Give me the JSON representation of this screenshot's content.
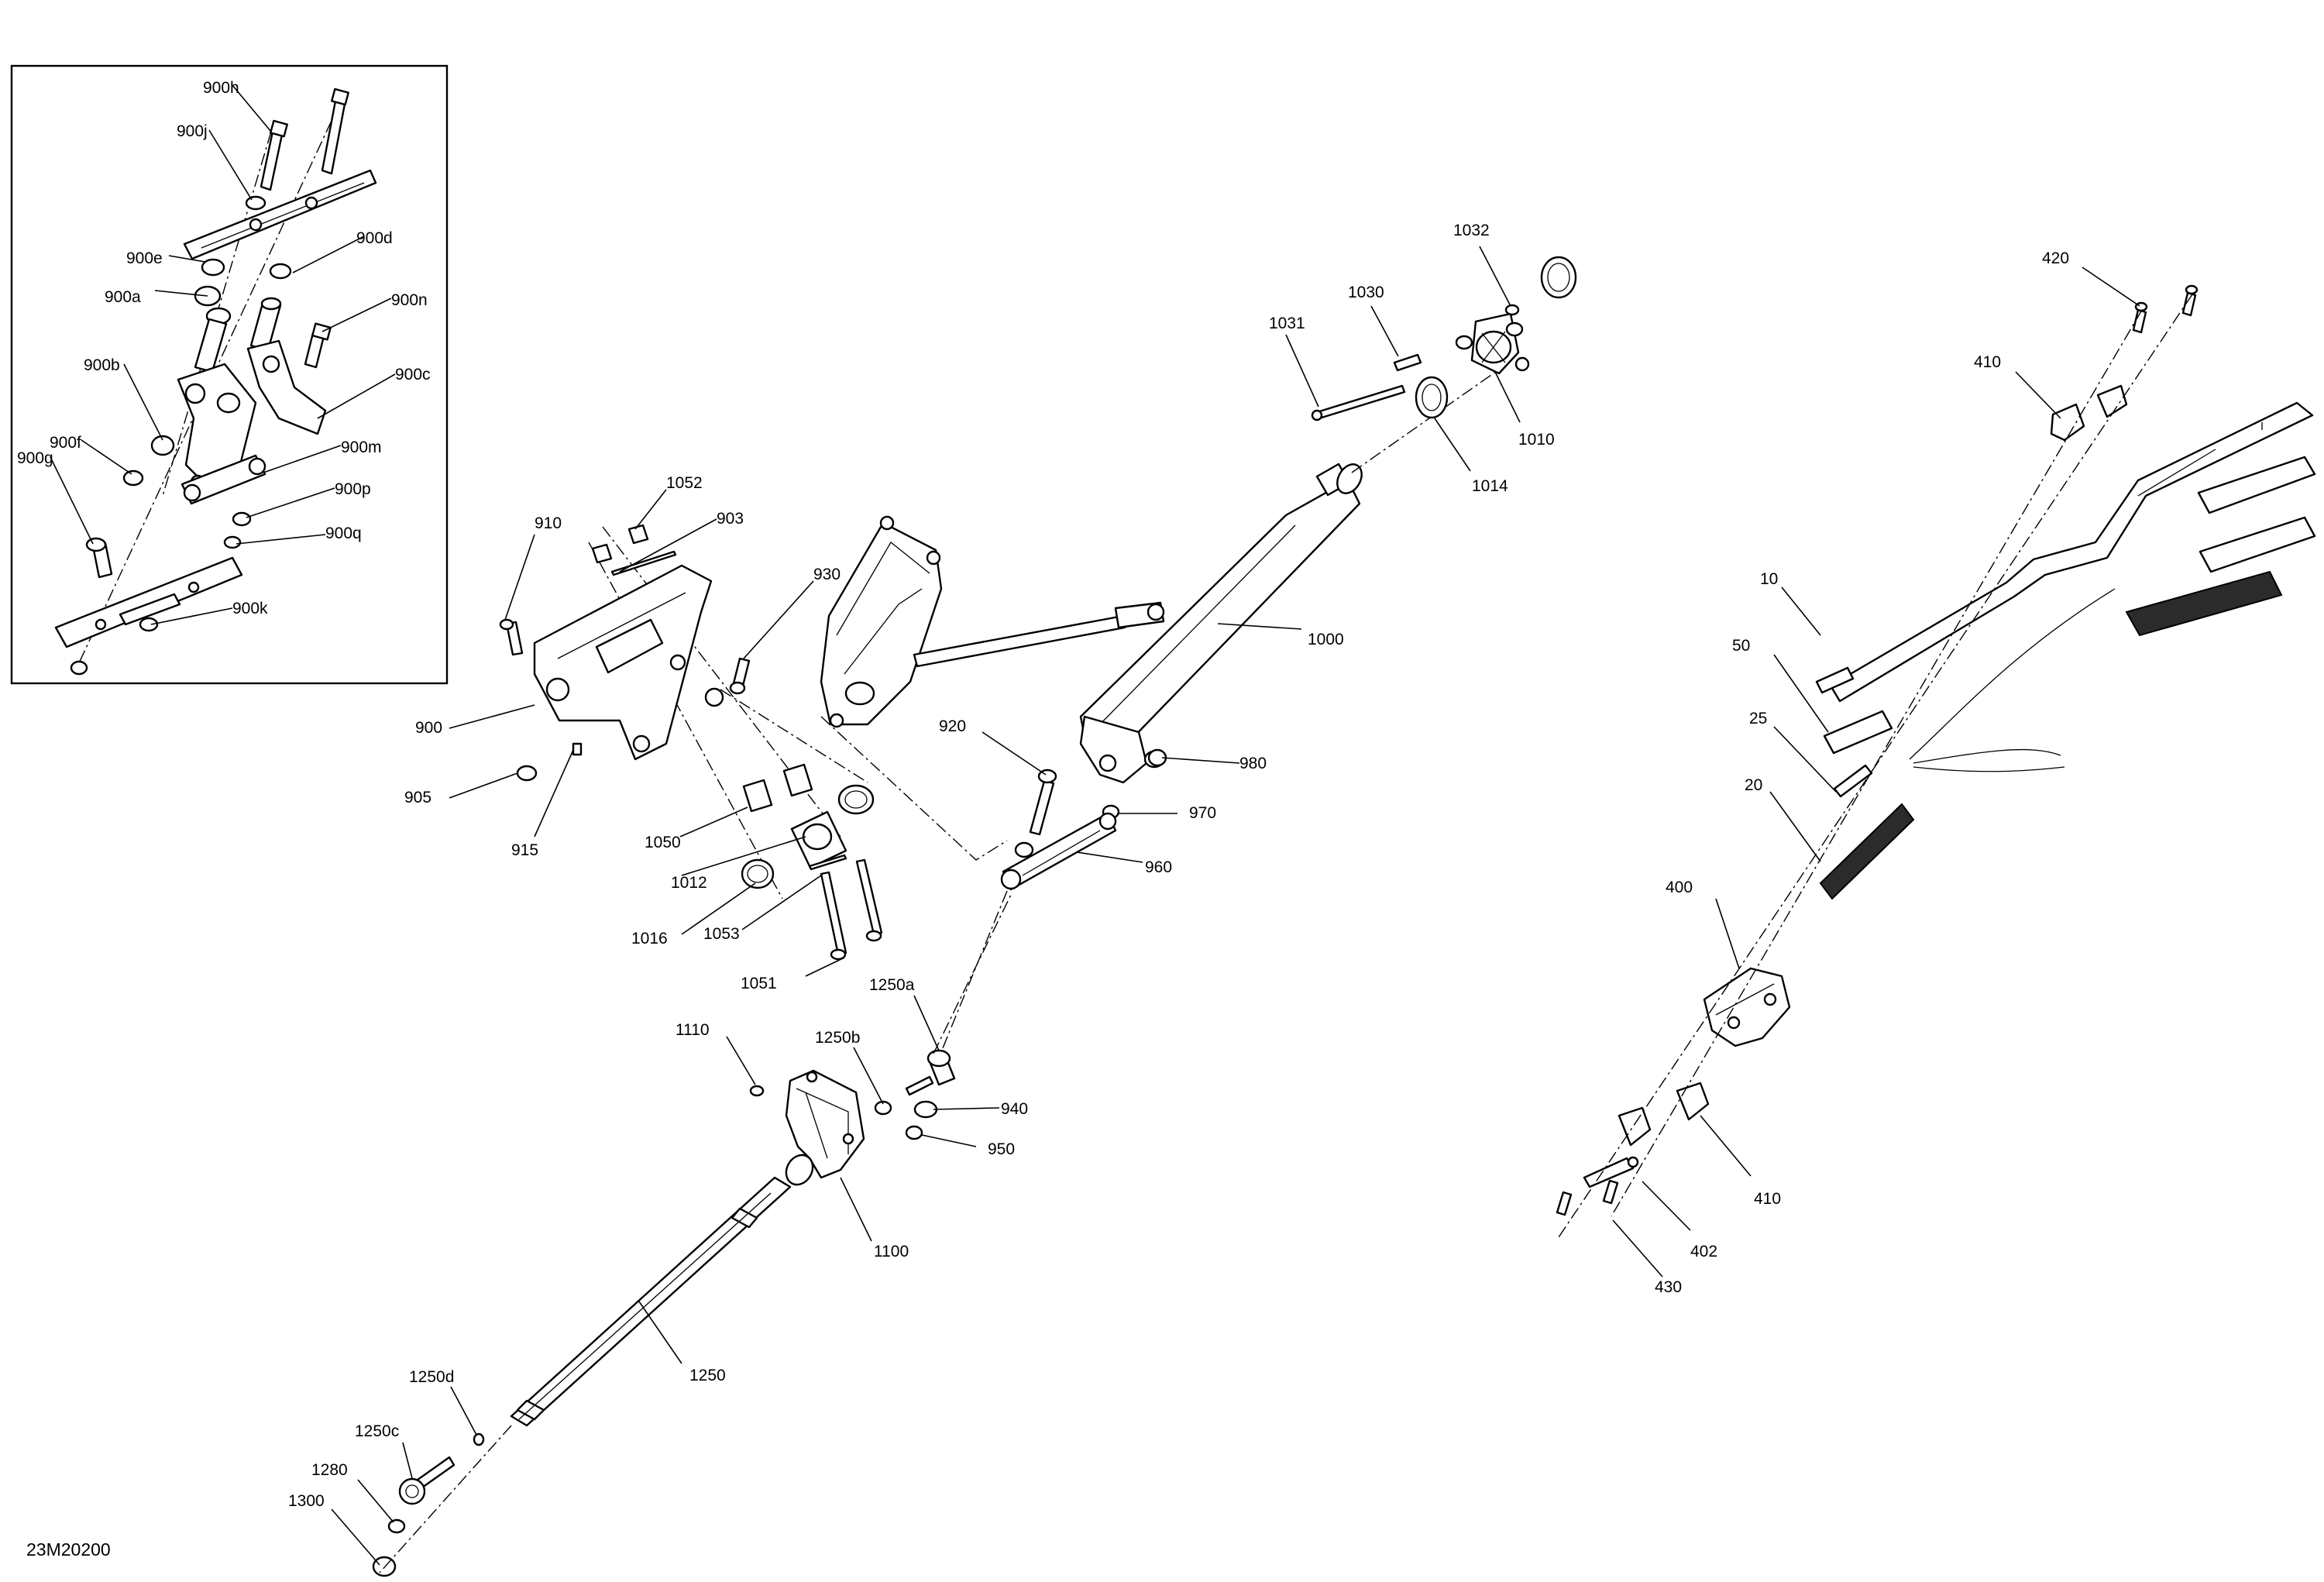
{
  "diagram": {
    "reference_code": "23M20200",
    "callouts": {
      "900h": "900h",
      "900j": "900j",
      "900e": "900e",
      "900d": "900d",
      "900a": "900a",
      "900n": "900n",
      "900b": "900b",
      "900c": "900c",
      "900f": "900f",
      "900m": "900m",
      "900g": "900g",
      "900p": "900p",
      "900q": "900q",
      "900k": "900k",
      "910": "910",
      "1052": "1052",
      "903": "903",
      "930": "930",
      "900": "900",
      "905": "905",
      "915": "915",
      "1050": "1050",
      "1012": "1012",
      "1016": "1016",
      "1053": "1053",
      "1051": "1051",
      "1032": "1032",
      "1030": "1030",
      "1031": "1031",
      "1010": "1010",
      "1014": "1014",
      "1000": "1000",
      "920": "920",
      "980": "980",
      "970": "970",
      "960": "960",
      "1250a": "1250a",
      "1110": "1110",
      "1250b": "1250b",
      "940": "940",
      "950": "950",
      "1100": "1100",
      "1250": "1250",
      "1250d": "1250d",
      "1250c": "1250c",
      "1280": "1280",
      "1300": "1300",
      "420": "420",
      "410a": "410",
      "10": "10",
      "50": "50",
      "25": "25",
      "20": "20",
      "400": "400",
      "410b": "410",
      "402": "402",
      "430": "430"
    }
  }
}
